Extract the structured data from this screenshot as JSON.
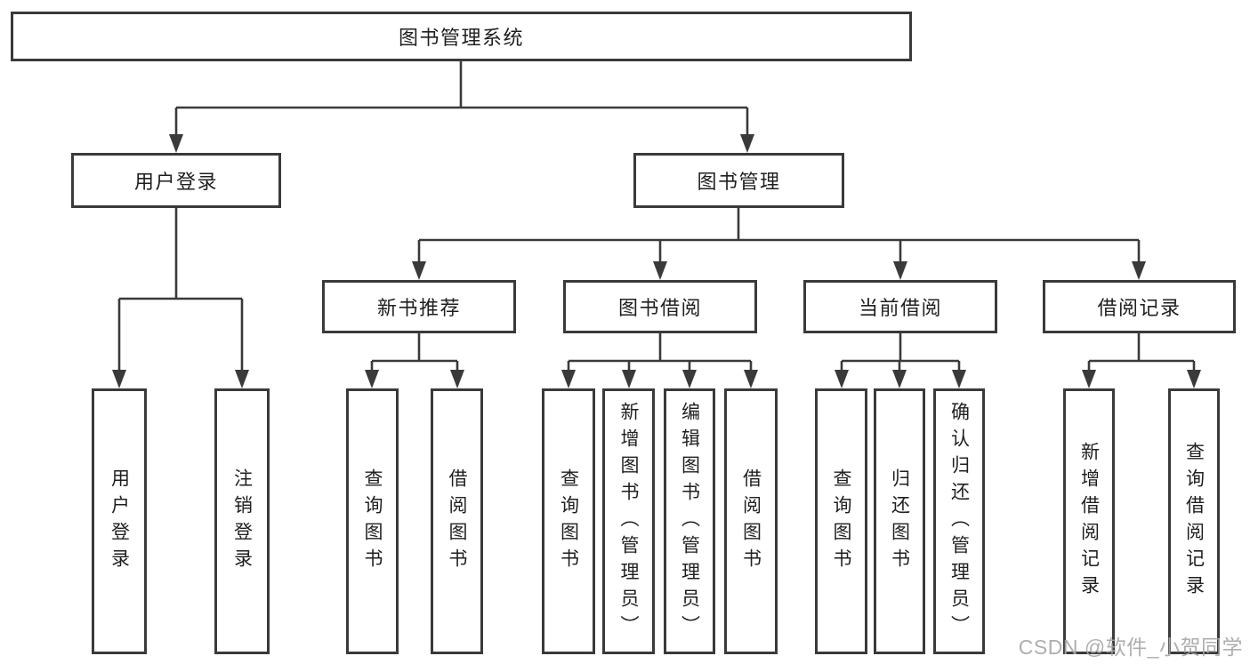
{
  "tree": {
    "root": {
      "label": "图书管理系统"
    },
    "level2": [
      {
        "label": "用户登录"
      },
      {
        "label": "图书管理"
      }
    ],
    "level3": [
      {
        "label": "新书推荐"
      },
      {
        "label": "图书借阅"
      },
      {
        "label": "当前借阅"
      },
      {
        "label": "借阅记录"
      }
    ],
    "leaf_groups": [
      {
        "parent": "用户登录",
        "items": [
          {
            "label": "用户登录"
          },
          {
            "label": "注销登录"
          }
        ]
      },
      {
        "parent": "新书推荐",
        "items": [
          {
            "label": "查询图书"
          },
          {
            "label": "借阅图书"
          }
        ]
      },
      {
        "parent": "图书借阅",
        "items": [
          {
            "label": "查询图书"
          },
          {
            "label": "新增图书（管理员）"
          },
          {
            "label": "编辑图书（管理员）"
          },
          {
            "label": "借阅图书"
          }
        ]
      },
      {
        "parent": "当前借阅",
        "items": [
          {
            "label": "查询图书"
          },
          {
            "label": "归还图书"
          },
          {
            "label": "确认归还（管理员）"
          }
        ]
      },
      {
        "parent": "借阅记录",
        "items": [
          {
            "label": "新增借阅记录"
          },
          {
            "label": "查询借阅记录"
          }
        ]
      }
    ]
  },
  "watermark": {
    "text": "CSDN @软件_小贺同学"
  },
  "colors": {
    "line": "#3a3a3a",
    "box_border": "#3a3a3a",
    "box_fill": "#ffffff",
    "text": "#1f1f1f",
    "background": "#ffffff",
    "watermark": "#a6a6a6"
  }
}
